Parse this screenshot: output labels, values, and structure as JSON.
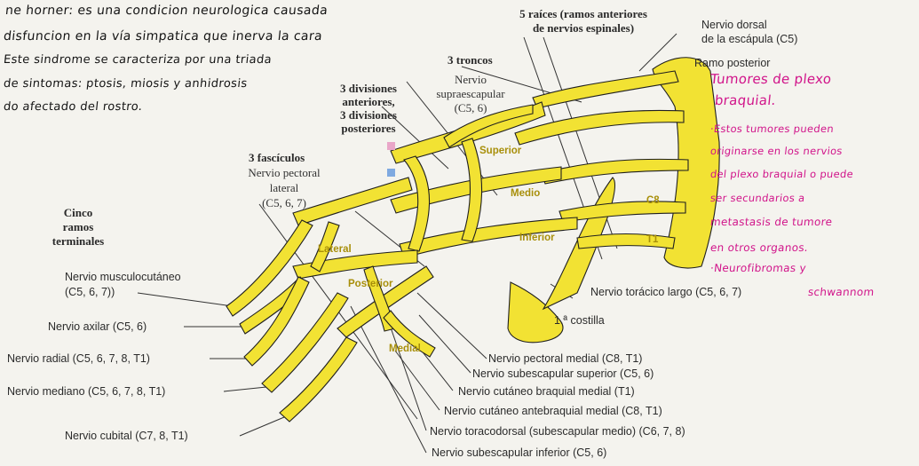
{
  "handwritten_notes": {
    "lines": [
      "ne horner: es una condicion neurologica causada",
      "disfuncion en la vía simpatica que inerva la cara",
      "Este sindrome se caracteriza por una triada",
      "de sintomas: ptosis, miosis y anhidrosis",
      "do afectado del rostro."
    ]
  },
  "annotations_pink": {
    "title_lines": [
      "Tumores de plexo",
      "braquial."
    ],
    "lines": [
      "·Estos tumores pueden",
      "originarse en los nervios",
      "del plexo braquial o puede",
      "ser secundarios a",
      "metastasis de tumore",
      "en otros organos.",
      "·Neurofibromas y",
      "schwannom"
    ]
  },
  "diagram_headings": {
    "roots": [
      "5 raíces (ramos anteriores",
      "de nervios espinales)"
    ],
    "trunks": "3 troncos",
    "divisions": [
      "3 divisiones",
      "anteriores,",
      "3 divisiones",
      "posteriores"
    ],
    "cords": "3 fascículos",
    "terminal": [
      "Cinco",
      "ramos",
      "terminales"
    ]
  },
  "nerve_labels": {
    "dorsal_scapular": [
      "Nervio dorsal",
      "de la escápula (C5)"
    ],
    "posterior_branch": "Ramo posterior",
    "suprascapular": [
      "Nervio",
      "supraescapular",
      "(C5, 6)"
    ],
    "lateral_pectoral": [
      "Nervio pectoral",
      "lateral",
      "(C5, 6, 7)"
    ],
    "musculocutaneous": [
      "Nervio musculocutáneo",
      "(C5, 6, 7))"
    ],
    "axillary": "Nervio axilar (C5, 6)",
    "radial": "Nervio radial (C5, 6, 7, 8, T1)",
    "median": "Nervio mediano (C5, 6, 7, 8, T1)",
    "ulnar": "Nervio cubital (C7, 8, T1)",
    "long_thoracic": "Nervio torácico largo (C5, 6, 7)",
    "first_rib": "1.ª costilla",
    "medial_pectoral": "Nervio pectoral medial (C8, T1)",
    "upper_subscapular": "Nervio subescapular superior (C5, 6)",
    "medial_brachial_cutaneous": "Nervio cutáneo braquial medial (T1)",
    "medial_antebrachial_cutaneous": "Nervio cutáneo antebraquial medial (C8, T1)",
    "thoracodorsal": "Nervio toracodorsal (subescapular medio) (C6, 7, 8)",
    "lower_subscapular": "Nervio subescapular inferior (C5, 6)"
  },
  "inner_labels": {
    "superior": "Superior",
    "middle": "Medio",
    "inferior": "Inferior",
    "lateral": "Lateral",
    "posterior": "Posterior",
    "medial": "Medial",
    "c8": "C8",
    "t1": "T1"
  },
  "colors": {
    "nerve_yellow": "#f2e233",
    "nerve_outline": "#1f1f1f",
    "annotation_pink": "#d1148a",
    "handwriting": "#141414",
    "background": "#f4f3ee",
    "swatch_pink": "#e9a6c8",
    "swatch_blue": "#7fa9e0"
  }
}
